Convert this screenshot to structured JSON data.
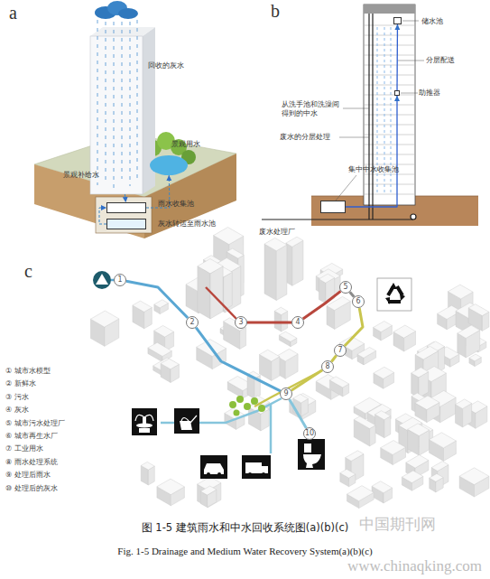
{
  "diagram": {
    "caption": "图 1-5 建筑雨水和中水回收系统图(a)(b)(c)",
    "nodes": [
      {
        "text": [
          "回收的灰水"
        ]
      },
      {
        "text": [
          "景观用水"
        ]
      },
      {
        "text": [
          "雨水收集池"
        ]
      },
      {
        "text": [
          "灰水转运至雨水池"
        ]
      },
      {
        "text": [
          "储水池"
        ]
      },
      {
        "text": [
          "助推器"
        ]
      },
      {
        "text": [
          "集中中水收集池"
        ]
      },
      {
        "text": [
          "1"
        ]
      },
      {
        "text": [
          "2"
        ]
      },
      {
        "text": [
          "3"
        ]
      },
      {
        "text": [
          "4"
        ]
      },
      {
        "text": [
          "5"
        ]
      },
      {
        "text": [
          "6"
        ]
      },
      {
        "text": [
          "7"
        ]
      },
      {
        "text": [
          "8"
        ]
      },
      {
        "text": [
          "9"
        ]
      },
      {
        "text": [
          "10"
        ]
      }
    ],
    "edges": [
      {
        "from": 0,
        "to": 2,
        "arrow": "to"
      },
      {
        "from": 2,
        "to": 1,
        "arrow": "to"
      },
      {
        "from": 3,
        "to": 2,
        "arrow": "to"
      },
      {
        "from": 6,
        "to": 5,
        "arrow": "to"
      },
      {
        "from": 5,
        "to": 4,
        "arrow": "to"
      },
      {
        "from": 7,
        "to": 8,
        "arrow": "none"
      },
      {
        "from": 8,
        "to": 15,
        "arrow": "none"
      },
      {
        "from": 9,
        "to": 10,
        "arrow": "none"
      },
      {
        "from": 10,
        "to": 11,
        "arrow": "none"
      },
      {
        "from": 11,
        "to": 12,
        "arrow": "none"
      },
      {
        "from": 12,
        "to": 13,
        "arrow": "none"
      },
      {
        "from": 13,
        "to": 14,
        "arrow": "none"
      },
      {
        "from": 14,
        "to": 15,
        "arrow": "none"
      },
      {
        "from": 15,
        "to": 16,
        "arrow": "none"
      }
    ],
    "labels": [
      "a",
      "b",
      "c",
      "景观补给水",
      "分层配送",
      "从洗手池和洗澡间得到的中水",
      "废水的分层处理",
      "废水处理厂",
      "Fig. 1-5 Drainage and Medium Water Recovery System(a)(b)(c)",
      "中国期刊网",
      "www.chinaqking.com"
    ],
    "legend": [
      {
        "text": "① 城市水模型"
      },
      {
        "text": "② 新鲜水"
      },
      {
        "text": "③ 污水"
      },
      {
        "text": "④ 灰水"
      },
      {
        "text": "⑤ 城市污水处理厂"
      },
      {
        "text": "⑥ 城市再生水厂"
      },
      {
        "text": "⑦ 工业用水"
      },
      {
        "text": "⑧ 雨水处理系统"
      },
      {
        "text": "⑨ 处理后雨水"
      },
      {
        "text": "⑩ 处理后的灰水"
      }
    ]
  }
}
